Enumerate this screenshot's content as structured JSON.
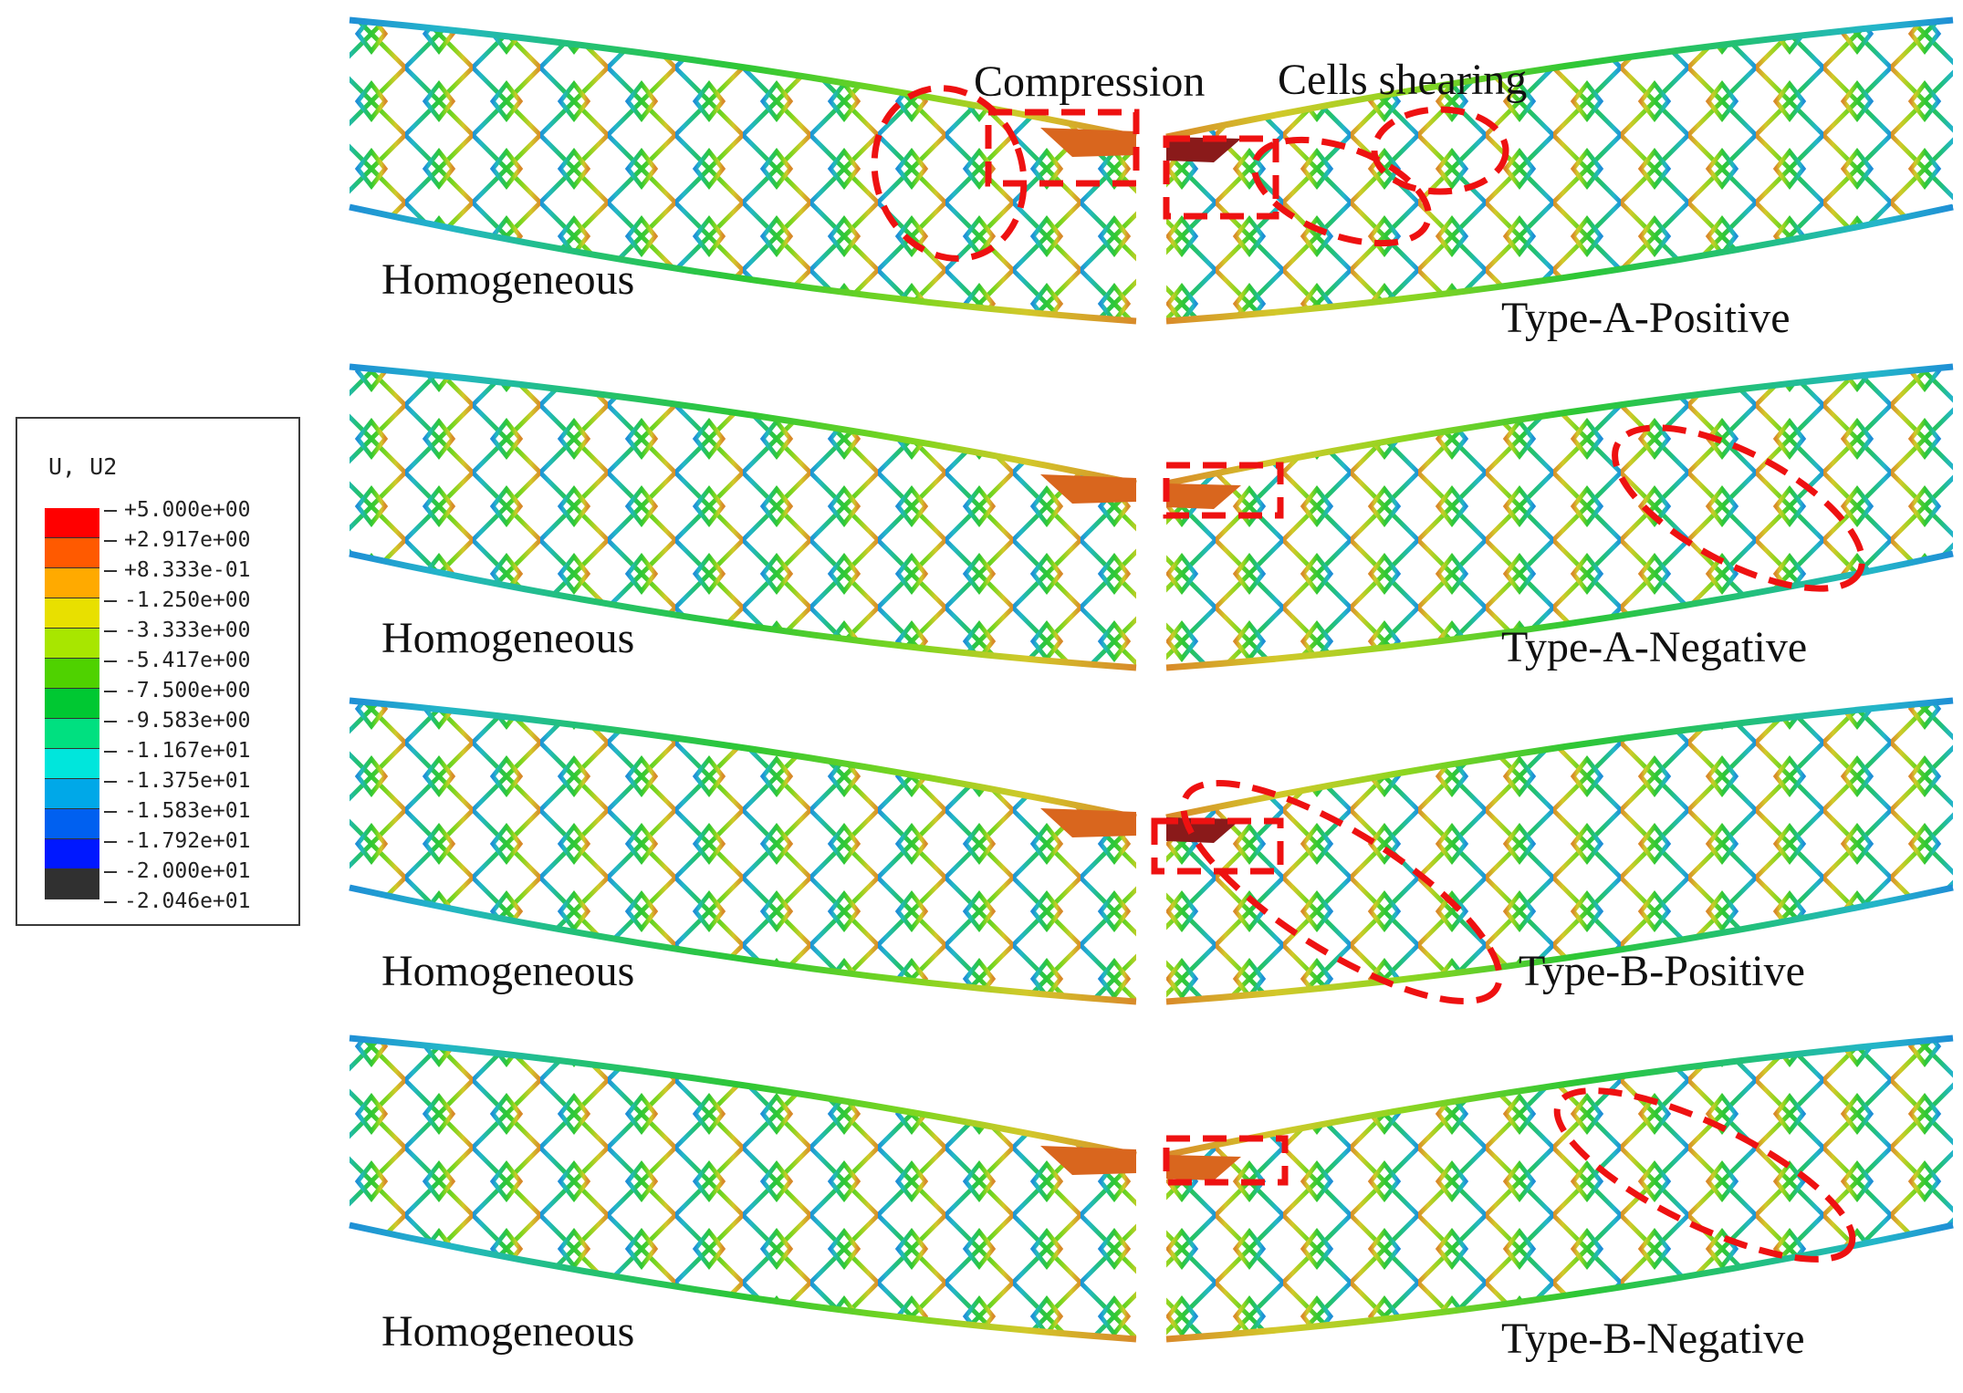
{
  "legend": {
    "title": "U, U2",
    "labels": [
      "+5.000e+00",
      "+2.917e+00",
      "+8.333e-01",
      "-1.250e+00",
      "-3.333e+00",
      "-5.417e+00",
      "-7.500e+00",
      "-9.583e+00",
      "-1.167e+01",
      "-1.375e+01",
      "-1.583e+01",
      "-1.792e+01",
      "-2.000e+01",
      "-2.046e+01"
    ],
    "colors": [
      "#ff0000",
      "#ff5a00",
      "#ffaa00",
      "#e8e000",
      "#a8e600",
      "#4fd200",
      "#00c832",
      "#00e080",
      "#00e6dc",
      "#00a8e8",
      "#0060f0",
      "#0018ff",
      "#303030"
    ]
  },
  "annotations": {
    "compression": "Compression",
    "shearing": "Cells shearing"
  },
  "rows": [
    {
      "left": "Homogeneous",
      "right": "Type-A-Positive"
    },
    {
      "left": "Homogeneous",
      "right": "Type-A-Negative"
    },
    {
      "left": "Homogeneous",
      "right": "Type-B-Positive"
    },
    {
      "left": "Homogeneous",
      "right": "Type-B-Negative"
    }
  ]
}
